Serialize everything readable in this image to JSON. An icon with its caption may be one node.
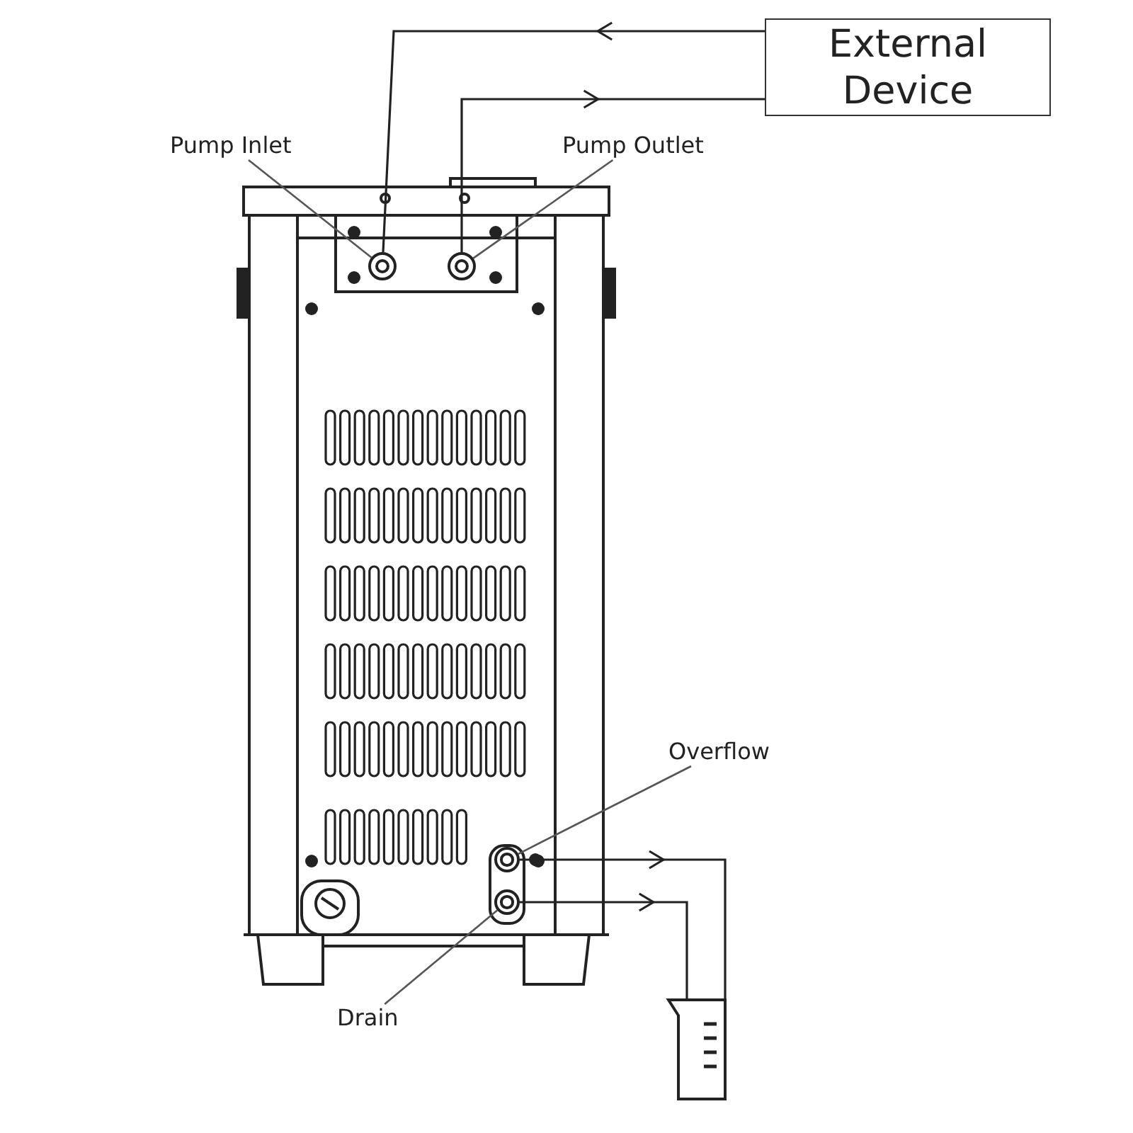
{
  "diagram": {
    "nodes": [
      {
        "text": [
          "External Device"
        ]
      },
      {
        "text": [
          "Pump Inlet"
        ]
      },
      {
        "text": [],
        "shape": "circle"
      },
      {
        "text": [
          "Pump Outlet"
        ]
      },
      {
        "text": [],
        "shape": "circle"
      },
      {
        "text": [
          "Overflow"
        ]
      },
      {
        "text": [],
        "shape": "circle"
      },
      {
        "text": [
          "Drain"
        ]
      },
      {
        "text": [],
        "shape": "circle"
      },
      {
        "text": [],
        "shape": "picture"
      }
    ],
    "edges": [
      {
        "from": 0,
        "to": 2,
        "arrow": "to"
      },
      {
        "from": 4,
        "to": 0,
        "arrow": "to"
      },
      {
        "from": 1,
        "to": 2,
        "arrow": "none"
      },
      {
        "from": 3,
        "to": 4,
        "arrow": "none"
      },
      {
        "from": 5,
        "to": 6,
        "arrow": "none"
      },
      {
        "from": 7,
        "to": 8,
        "arrow": "none"
      },
      {
        "from": 6,
        "to": 9,
        "arrow": "to"
      },
      {
        "from": 8,
        "to": 9,
        "arrow": "to"
      }
    ]
  }
}
